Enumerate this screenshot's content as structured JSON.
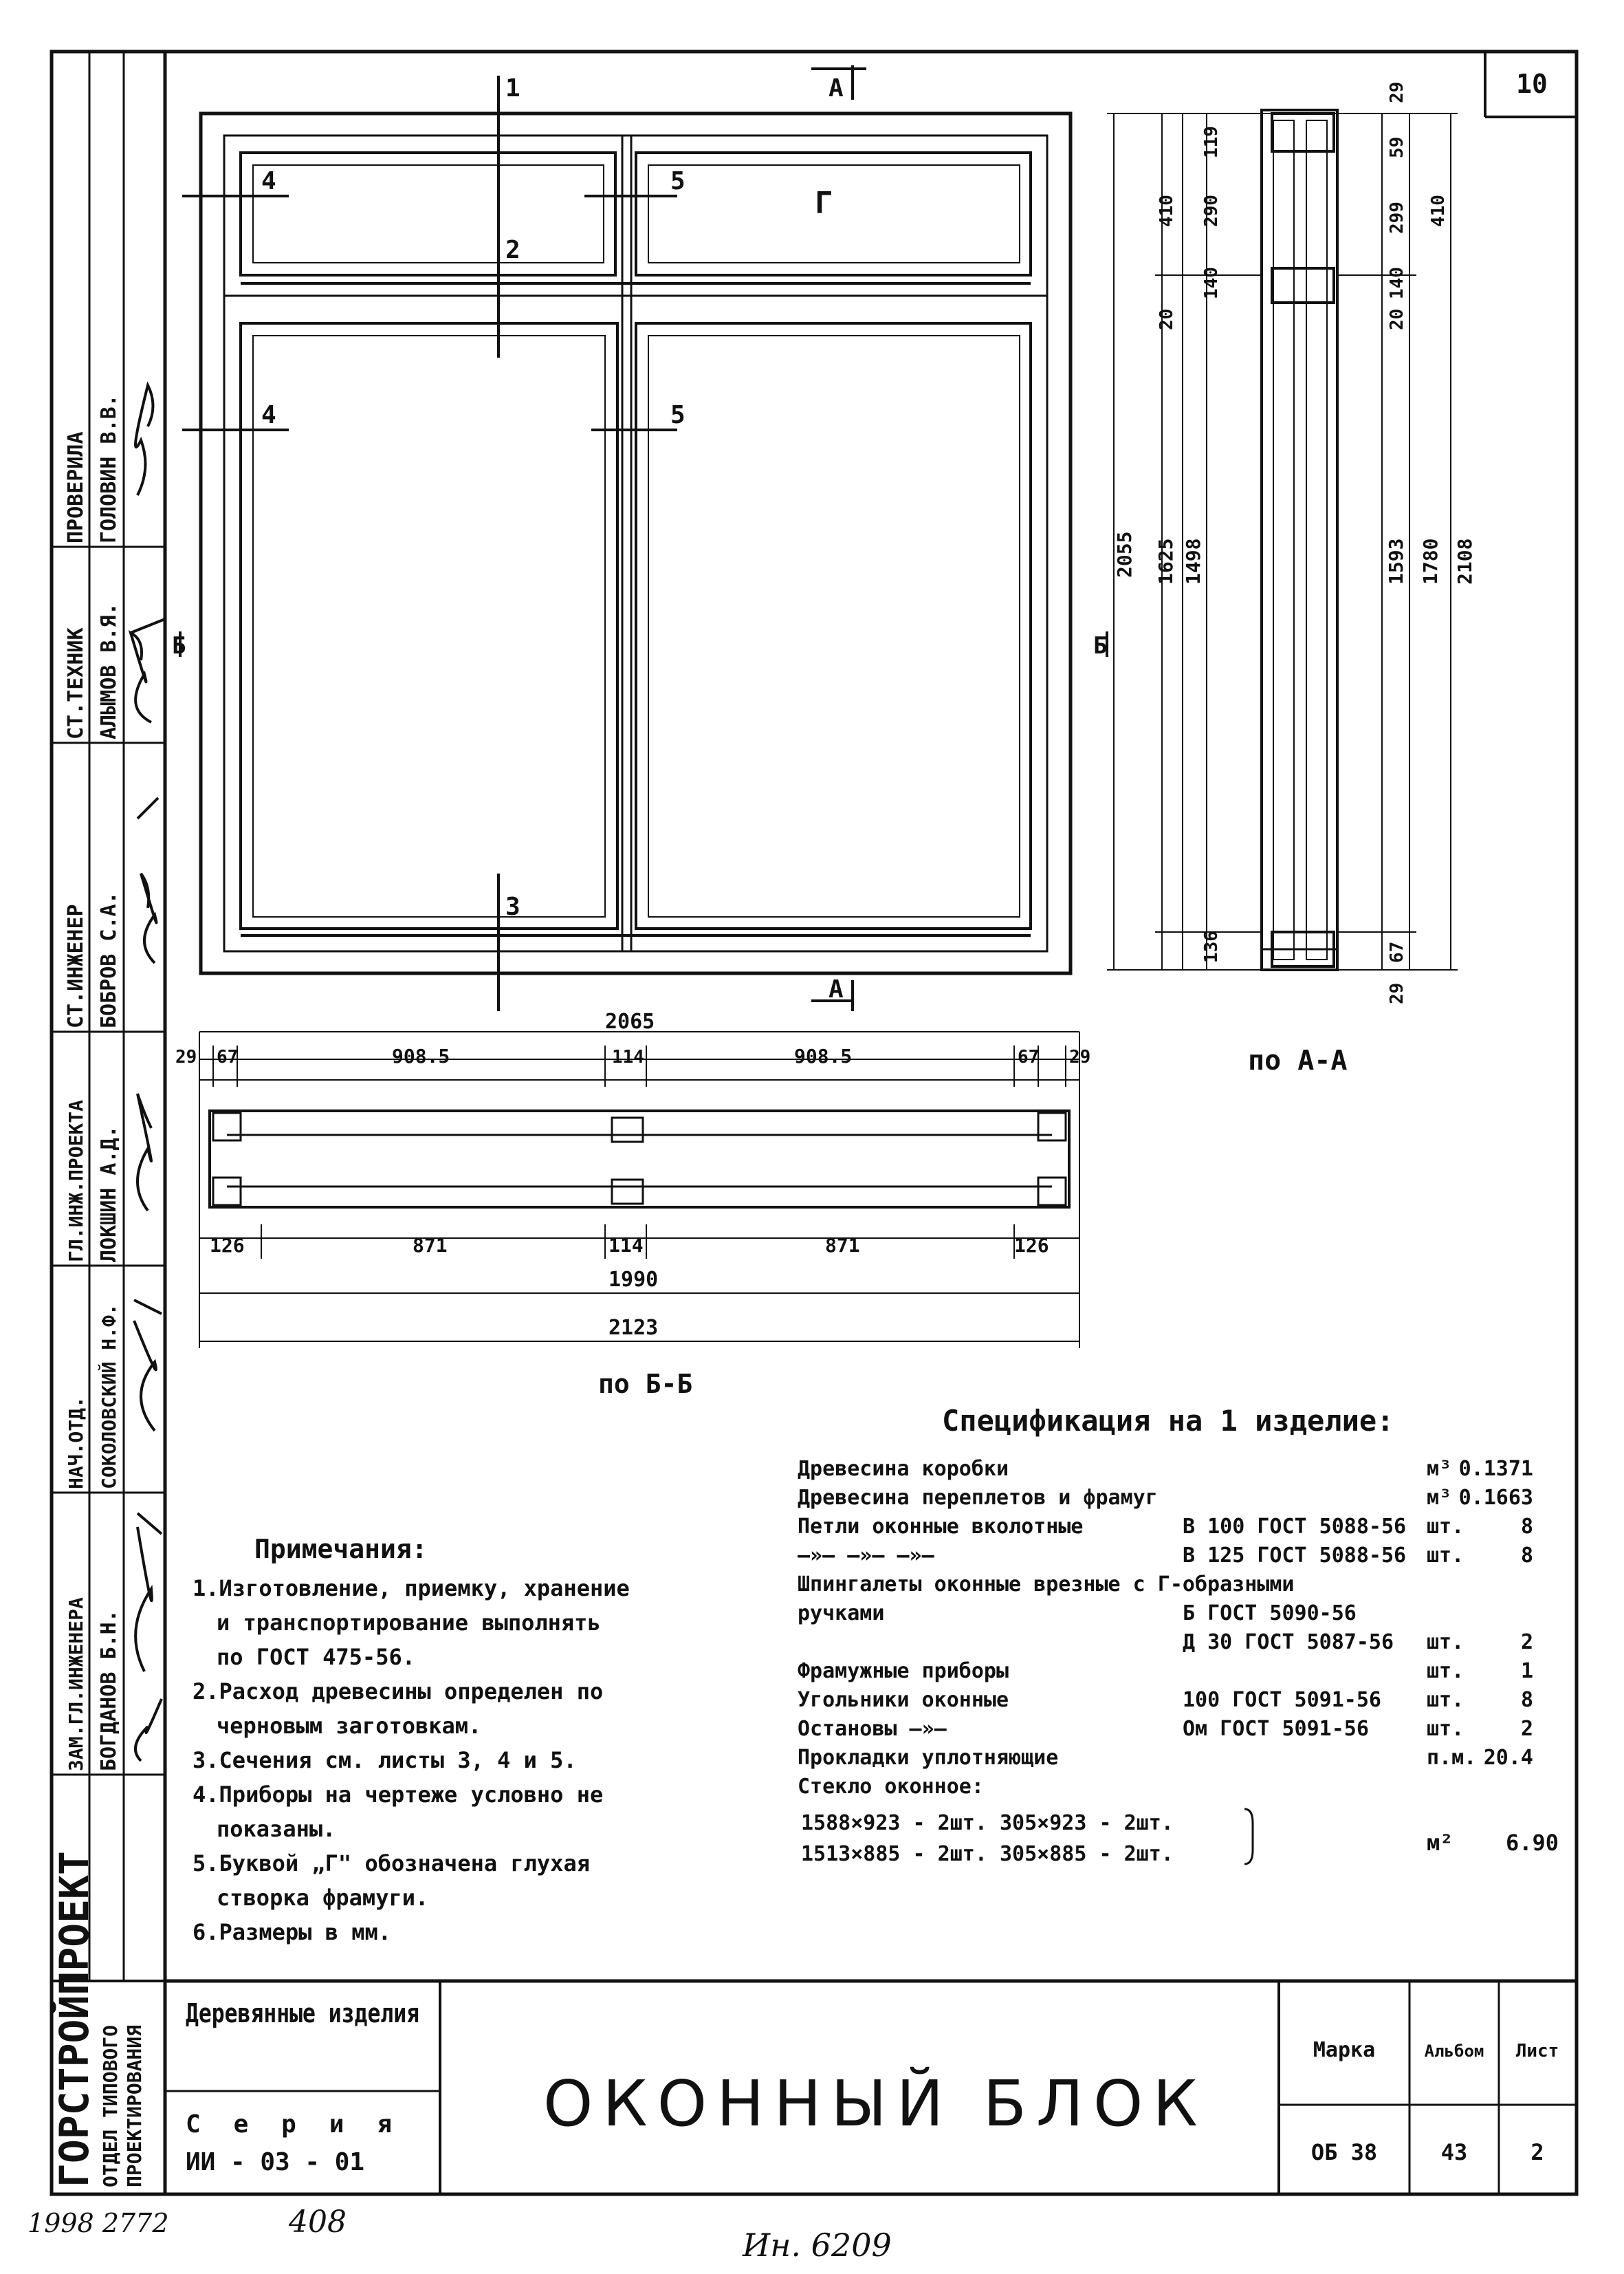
{
  "sheet": {
    "sheet_number_corner": "10",
    "view_a_label": "А",
    "view_a_bottom_label": "А",
    "pane_g_label": "Г",
    "section_marks": {
      "s1": "1",
      "s2": "2",
      "s3": "3",
      "s4_top": "4",
      "s4_bot": "4",
      "s5_top": "5",
      "s5_bot": "5",
      "b_left": "Б",
      "b_right": "Б"
    }
  },
  "side_column": {
    "org": [
      "ГОРСТРОЙПРОЕКТ",
      "ОТДЕЛ ТИПОВОГО",
      "ПРОЕКТИРОВАНИЯ"
    ],
    "roles": [
      "ЗАМ.ГЛ.ИНЖЕНЕРА",
      "НАЧ.ОТД.",
      "ГЛ.ИНЖ.ПРОЕКТА",
      "СТ.ИНЖЕНЕР",
      "СТ.ТЕХНИК",
      "ПРОВЕРИЛА"
    ],
    "names": [
      "БОГДАНОВ Б.Н.",
      "СОКОЛОВСКИЙ Н.Ф.",
      "ЛОКШИН А.Д.",
      "БОБРОВ С.А.",
      "АЛЫМОВ В.Я.",
      "ГОЛОВИН В.В."
    ]
  },
  "elevation": {
    "top_dims": [
      "29",
      "67",
      "908.5",
      "114",
      "908.5",
      "67",
      "29"
    ],
    "overall_top": "2065",
    "bottom_dims": [
      "126",
      "871",
      "114",
      "871",
      "126"
    ],
    "overall_1990": "1990",
    "overall_2123": "2123",
    "section_b_caption": "по Б-Б"
  },
  "section_aa": {
    "caption": "по А-А",
    "left_dims": [
      "2055",
      "1625",
      "1498",
      "20",
      "410",
      "290",
      "140",
      "119",
      "136"
    ],
    "right_dims": [
      "29",
      "59",
      "299",
      "410",
      "140",
      "20",
      "1593",
      "1780",
      "2108",
      "67",
      "29"
    ]
  },
  "notes": {
    "title": "Примечания:",
    "items": [
      "1.Изготовление, приемку, хранение",
      "и транспортирование выполнять",
      "по ГОСТ 475-56.",
      "2.Расход древесины определен по",
      "черновым заготовкам.",
      "3.Сечения см. листы 3, 4 и 5.",
      "4.Приборы на чертеже условно не",
      "показаны.",
      "5.Буквой „Г\" обозначена глухая",
      "створка фрамуги.",
      "6.Размеры в мм."
    ]
  },
  "spec": {
    "title": "Спецификация на 1 изделие:",
    "rows": [
      {
        "name": "Древесина коробки",
        "std": "",
        "unit": "м³",
        "qty": "0.1371"
      },
      {
        "name": "Древесина переплетов и фрамуг",
        "std": "",
        "unit": "м³",
        "qty": "0.1663"
      },
      {
        "name": "Петли оконные вколотные",
        "std": "В 100 ГОСТ 5088-56",
        "unit": "шт.",
        "qty": "8"
      },
      {
        "name": "—»—   —»—   —»—",
        "std": "В 125 ГОСТ 5088-56",
        "unit": "шт.",
        "qty": "8"
      },
      {
        "name": "Шпингалеты оконные врезные с Г-образными",
        "std": "",
        "unit": "",
        "qty": ""
      },
      {
        "name": "ручками",
        "std": "Б ГОСТ 5090-56",
        "unit": "",
        "qty": ""
      },
      {
        "name": "",
        "std": "Д 30 ГОСТ 5087-56",
        "unit": "шт.",
        "qty": "2"
      },
      {
        "name": "Фрамужные приборы",
        "std": "",
        "unit": "шт.",
        "qty": "1"
      },
      {
        "name": "Угольники оконные",
        "std": "100 ГОСТ 5091-56",
        "unit": "шт.",
        "qty": "8"
      },
      {
        "name": "Остановы —»—",
        "std": "Ом ГОСТ 5091-56",
        "unit": "шт.",
        "qty": "2"
      },
      {
        "name": "Прокладки уплотняющие",
        "std": "",
        "unit": "п.м.",
        "qty": "20.4"
      },
      {
        "name": "Стекло оконное:",
        "std": "",
        "unit": "",
        "qty": ""
      }
    ],
    "glass_line1": "1588×923 - 2шт.  305×923 - 2шт.",
    "glass_line2": "1513×885 - 2шт.  305×885 - 2шт.",
    "glass_unit": "м²",
    "glass_qty": "6.90"
  },
  "title_block": {
    "group_label": "Деревянные изделия",
    "series_label": "Серия",
    "series_value": "ИИ - 03 - 01",
    "title": "ОКОННЫЙ БЛОК",
    "col_mark": "Марка",
    "col_album": "Альбом",
    "col_sheet": "Лист",
    "mark": "ОБ 38",
    "album": "43",
    "sheet": "2"
  },
  "handwritten": {
    "left": "1998 2772",
    "middle": "408",
    "inv": "Ин. 6209"
  }
}
